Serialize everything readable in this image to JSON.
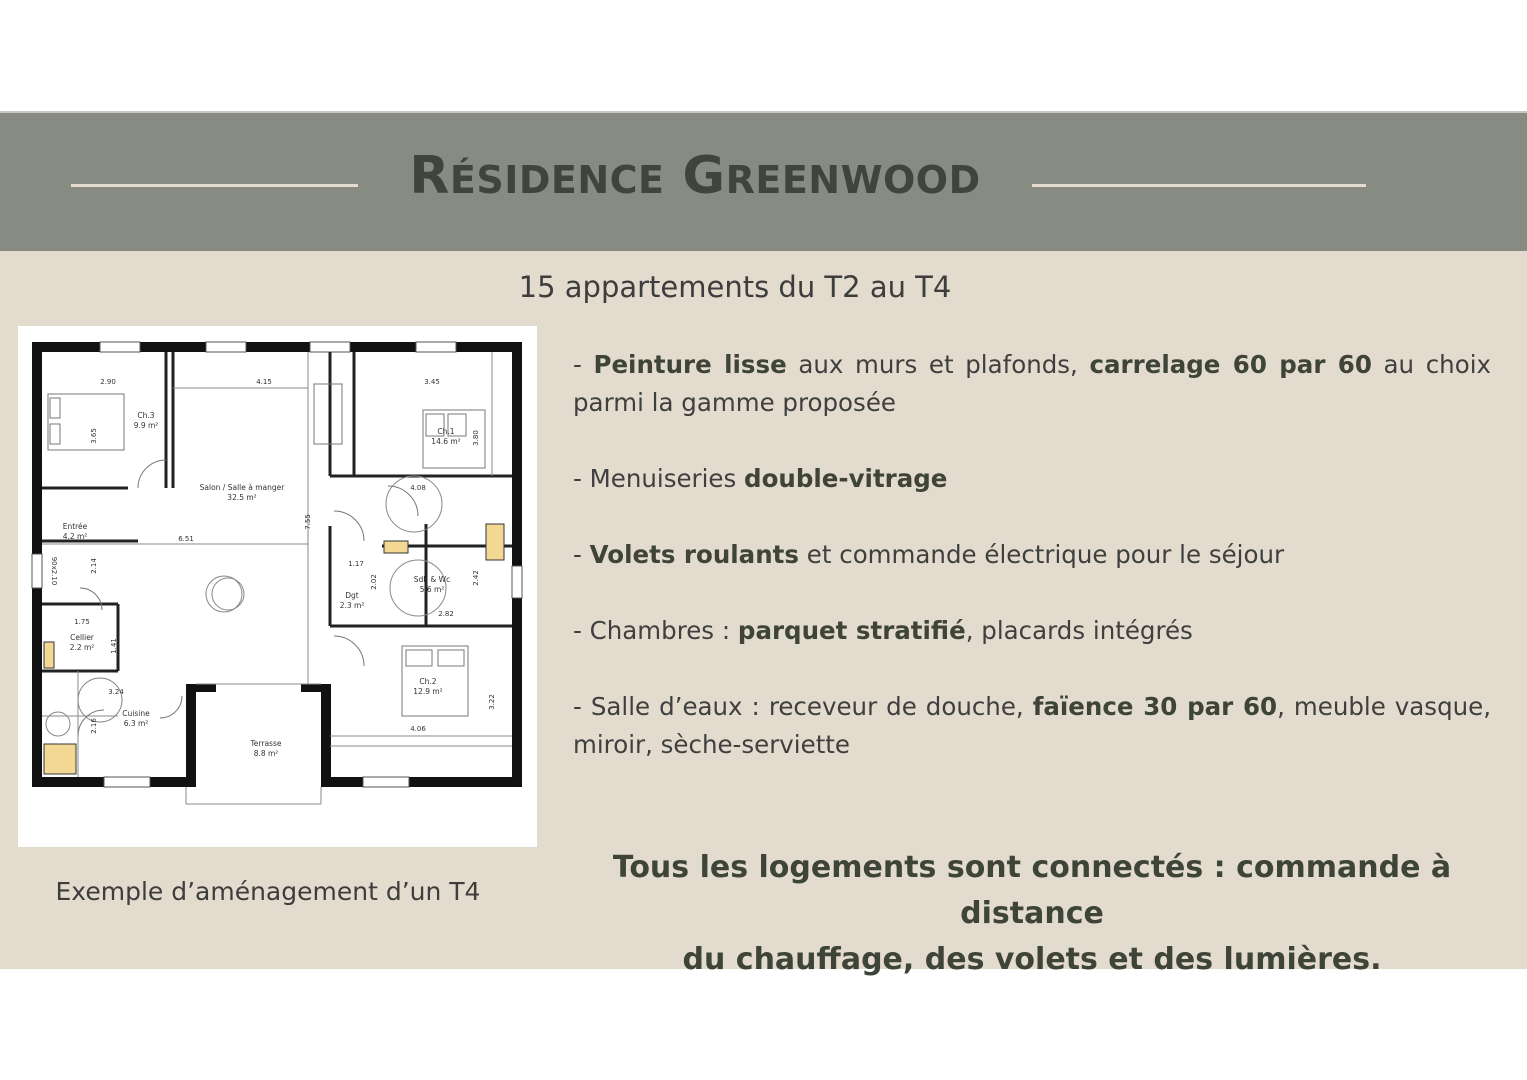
{
  "header": {
    "title_1_cap": "R",
    "title_1_rest": "ÉSIDENCE",
    "title_2_cap": "G",
    "title_2_rest": "REENWOOD"
  },
  "subtitle": "15 appartements du T2 au T4",
  "floorplan": {
    "rooms": {
      "ch3": {
        "name": "Ch.3",
        "area": "9.9 m²"
      },
      "salon": {
        "name": "Salon / Salle à manger",
        "area": "32.5 m²"
      },
      "ch1": {
        "name": "Ch.1",
        "area": "14.6 m²"
      },
      "entree": {
        "name": "Entrée",
        "area": "4.2 m²"
      },
      "sdb": {
        "name": "Sdb & Wc",
        "area": "5.6 m²"
      },
      "dgt": {
        "name": "Dgt",
        "area": "2.3 m²"
      },
      "cellier": {
        "name": "Cellier",
        "area": "2.2 m²"
      },
      "ch2": {
        "name": "Ch.2",
        "area": "12.9 m²"
      },
      "cuisine": {
        "name": "Cuisine",
        "area": "6.3 m²"
      },
      "terrasse": {
        "name": "Terrasse",
        "area": "8.8 m²"
      }
    },
    "dimensions": {
      "d290": "2.90",
      "d415": "4.15",
      "d345": "3.45",
      "d365": "3.65",
      "d380": "3.80",
      "d408": "4.08",
      "d651": "6.51",
      "d755": "7.55",
      "d214": "2.14",
      "d117": "1.17",
      "d202": "2.02",
      "d242": "2.42",
      "d282": "2.82",
      "d175": "1.75",
      "d141": "1.41",
      "d324": "3.24",
      "d216": "2.16",
      "d322": "3.22",
      "d406": "4.06",
      "door": "90x2.10"
    }
  },
  "caption": "Exemple d’aménagement d’un T4",
  "features": [
    {
      "p1": "- ",
      "b1": "Peinture lisse",
      "p2": " aux murs et plafonds, ",
      "b2": "carrelage 60 par 60",
      "p3": " au choix parmi la gamme proposée"
    },
    {
      "p1": "- Menuiseries ",
      "b1": "double-vitrage",
      "p2": "",
      "b2": "",
      "p3": ""
    },
    {
      "p1": "- ",
      "b1": "Volets roulants",
      "p2": " et commande électrique pour le séjour",
      "b2": "",
      "p3": ""
    },
    {
      "p1": "- Chambres : ",
      "b1": "parquet stratifié",
      "p2": ", placards intégrés",
      "b2": "",
      "p3": ""
    },
    {
      "p1": "- Salle d’eaux : receveur de douche, ",
      "b1": "faïence 30 par 60",
      "p2": ", meuble vasque, miroir, sèche-serviette",
      "b2": "",
      "p3": ""
    }
  ],
  "conclusion": {
    "line1": "Tous les logements sont connectés : commande à distance",
    "line2": "du chauffage, des volets et des lumières."
  },
  "colors": {
    "header_band": "#878b82",
    "content_band": "#e3dbcd",
    "title_text": "#3f443d",
    "accent_text": "#3e4438"
  }
}
